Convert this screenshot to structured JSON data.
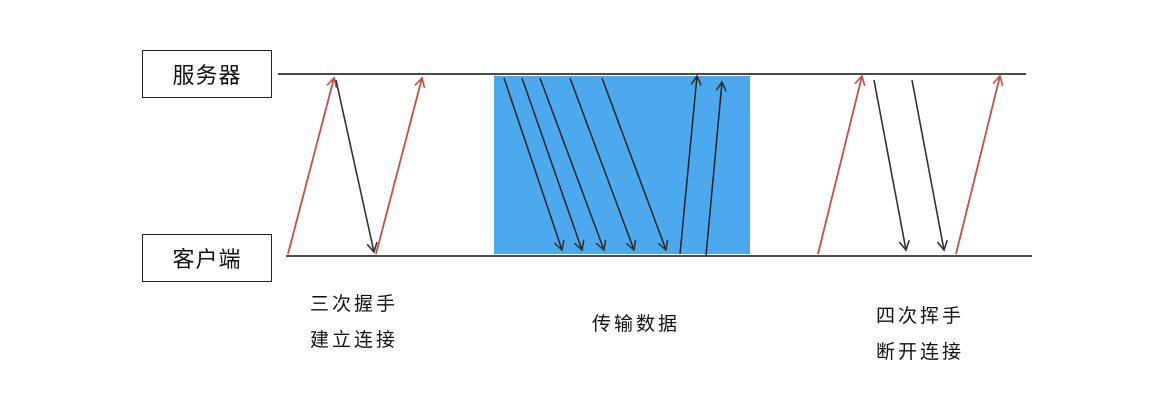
{
  "roles": {
    "server": "服务器",
    "client": "客户端"
  },
  "phases": {
    "handshake": {
      "line1": "三次握手",
      "line2": "建立连接"
    },
    "transfer": {
      "line1": "传输数据"
    },
    "teardown": {
      "line1": "四次挥手",
      "line2": "断开连接"
    }
  },
  "colors": {
    "client_to_server_arrow": "#c8503e",
    "server_to_client_arrow": "#333333",
    "transfer_region": "#4da9ee",
    "timeline": "#111111"
  }
}
